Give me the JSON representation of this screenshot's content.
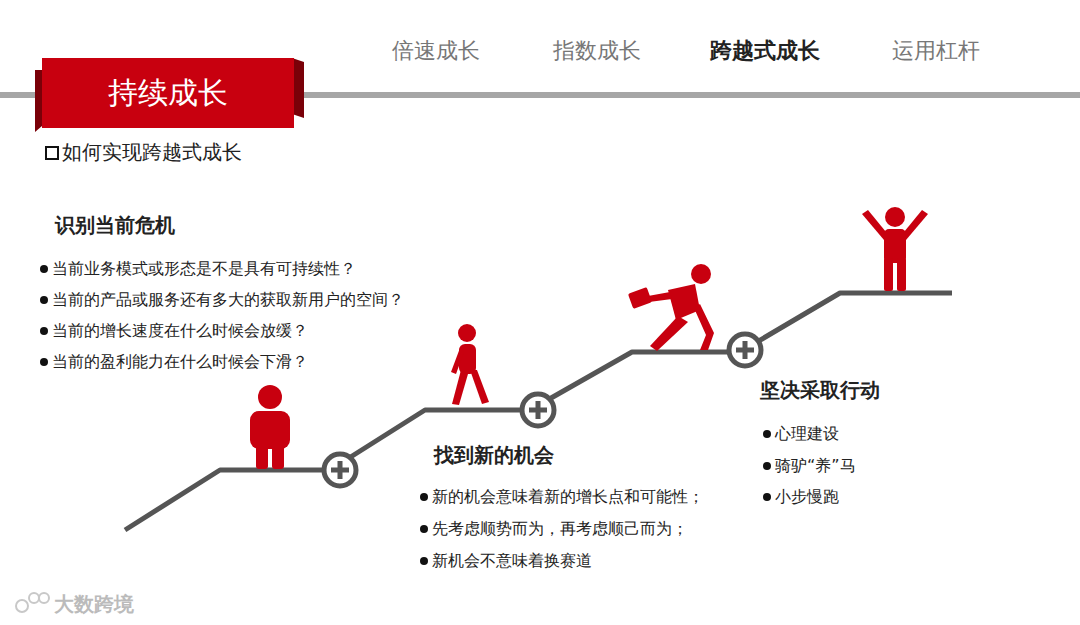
{
  "diagram": {
    "nodes": [
      {
        "text": [
          "持续成长"
        ]
      }
    ],
    "labels": [
      "倍速成长",
      "指数成长",
      "跨越式成长",
      "运用杠杆",
      "如何实现跨越式成长",
      "识别当前危机",
      "当前业务模式或形态是不是具有可持续性？",
      "当前的产品或服务还有多大的获取新用户的空间？",
      "当前的增长速度在什么时候会放缓？",
      "当前的盈利能力在什么时候会下滑？",
      "找到新的机会",
      "新的机会意味着新的增长点和可能性；",
      "先考虑顺势而为，再考虑顺己而为；",
      "新机会不意味着换赛道",
      "坚决采取行动",
      "心理建设",
      "骑驴“养”马",
      "小步慢跑",
      "大数跨境"
    ]
  }
}
